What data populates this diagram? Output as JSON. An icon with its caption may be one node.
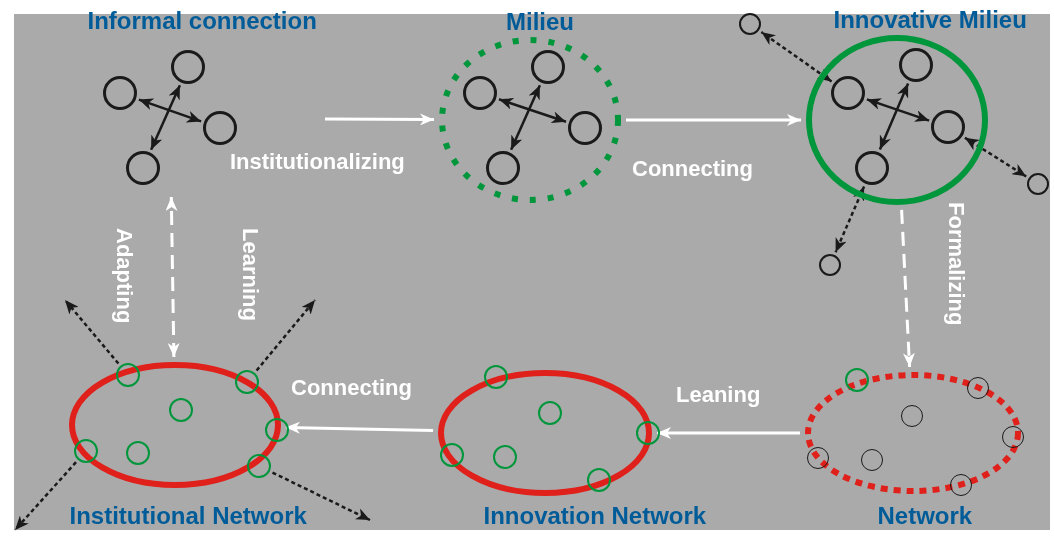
{
  "diagram": {
    "nodes": [
      {
        "text": [
          "Informal connection"
        ]
      },
      {
        "text": [],
        "shape": "circle",
        "in": 0
      },
      {
        "text": [],
        "shape": "circle",
        "in": 0
      },
      {
        "text": [],
        "shape": "circle",
        "in": 0
      },
      {
        "text": [],
        "shape": "circle",
        "in": 0
      },
      {
        "text": [
          "Milieu"
        ]
      },
      {
        "text": [],
        "shape": "circle",
        "in": 5
      },
      {
        "text": [],
        "shape": "circle",
        "in": 5
      },
      {
        "text": [],
        "shape": "circle",
        "in": 5
      },
      {
        "text": [],
        "shape": "circle",
        "in": 5
      },
      {
        "text": [
          "Innovative Milieu"
        ]
      },
      {
        "text": [],
        "shape": "circle",
        "in": 10
      },
      {
        "text": [],
        "shape": "circle",
        "in": 10
      },
      {
        "text": [],
        "shape": "circle",
        "in": 10
      },
      {
        "text": [],
        "shape": "circle",
        "in": 10
      },
      {
        "text": [],
        "shape": "circle"
      },
      {
        "text": [],
        "shape": "circle"
      },
      {
        "text": [],
        "shape": "circle"
      },
      {
        "text": [
          "Network"
        ]
      },
      {
        "text": [],
        "shape": "circle",
        "in": 18
      },
      {
        "text": [],
        "shape": "circle",
        "in": 18
      },
      {
        "text": [],
        "shape": "circle",
        "in": 18
      },
      {
        "text": [],
        "shape": "circle",
        "in": 18
      },
      {
        "text": [],
        "shape": "circle",
        "in": 18
      },
      {
        "text": [],
        "shape": "circle",
        "in": 18
      },
      {
        "text": [],
        "shape": "circle",
        "in": 18
      },
      {
        "text": [
          "Innovation Network"
        ]
      },
      {
        "text": [],
        "shape": "circle",
        "in": 26
      },
      {
        "text": [],
        "shape": "circle",
        "in": 26
      },
      {
        "text": [],
        "shape": "circle",
        "in": 26
      },
      {
        "text": [],
        "shape": "circle",
        "in": 26
      },
      {
        "text": [],
        "shape": "circle",
        "in": 26
      },
      {
        "text": [],
        "shape": "circle",
        "in": 26
      },
      {
        "text": [
          "Institutional Network"
        ]
      },
      {
        "text": [],
        "shape": "circle",
        "in": 33
      },
      {
        "text": [],
        "shape": "circle",
        "in": 33
      },
      {
        "text": [],
        "shape": "circle",
        "in": 33
      },
      {
        "text": [],
        "shape": "circle",
        "in": 33
      },
      {
        "text": [],
        "shape": "circle",
        "in": 33
      },
      {
        "text": [],
        "shape": "circle",
        "in": 33
      },
      {
        "text": [],
        "shape": "circle",
        "in": 33
      }
    ],
    "edges": [
      {
        "from": 1,
        "to": 4,
        "arrow": "both"
      },
      {
        "from": 3,
        "to": 2,
        "arrow": "both"
      },
      {
        "from": 0,
        "to": 5,
        "arrow": "to",
        "label": "Institutionalizing",
        "color": "#ffffff"
      },
      {
        "from": 6,
        "to": 9,
        "arrow": "both"
      },
      {
        "from": 8,
        "to": 7,
        "arrow": "both"
      },
      {
        "from": 5,
        "to": 10,
        "arrow": "to",
        "label": "Connecting",
        "color": "#ffffff"
      },
      {
        "from": 11,
        "to": 14,
        "arrow": "both"
      },
      {
        "from": 13,
        "to": 12,
        "arrow": "both"
      },
      {
        "from": 11,
        "to": 15,
        "arrow": "both",
        "style": "dashed"
      },
      {
        "from": 14,
        "to": 17,
        "arrow": "both",
        "style": "dashed"
      },
      {
        "from": 12,
        "to": 16,
        "arrow": "both",
        "style": "dashed"
      },
      {
        "from": 10,
        "to": 18,
        "arrow": "to",
        "label": "Formalizing",
        "style": "dashed",
        "color": "#ffffff"
      },
      {
        "from": 18,
        "to": 26,
        "arrow": "to",
        "label": "Leaning",
        "color": "#ffffff"
      },
      {
        "from": 26,
        "to": 33,
        "arrow": "to",
        "label": "Connecting",
        "color": "#ffffff"
      },
      {
        "from": 33,
        "to": 0,
        "arrow": "both",
        "label": "Adapting",
        "style": "dashed",
        "color": "#ffffff"
      },
      {
        "from": 35,
        "to": null,
        "arrow": "to",
        "style": "dashed"
      },
      {
        "from": 38,
        "to": null,
        "arrow": "to",
        "style": "dashed"
      },
      {
        "from": 34,
        "to": null,
        "arrow": "to",
        "style": "dashed"
      },
      {
        "from": 39,
        "to": null,
        "arrow": "to",
        "style": "dashed"
      }
    ],
    "labels": [
      "Learning"
    ]
  }
}
